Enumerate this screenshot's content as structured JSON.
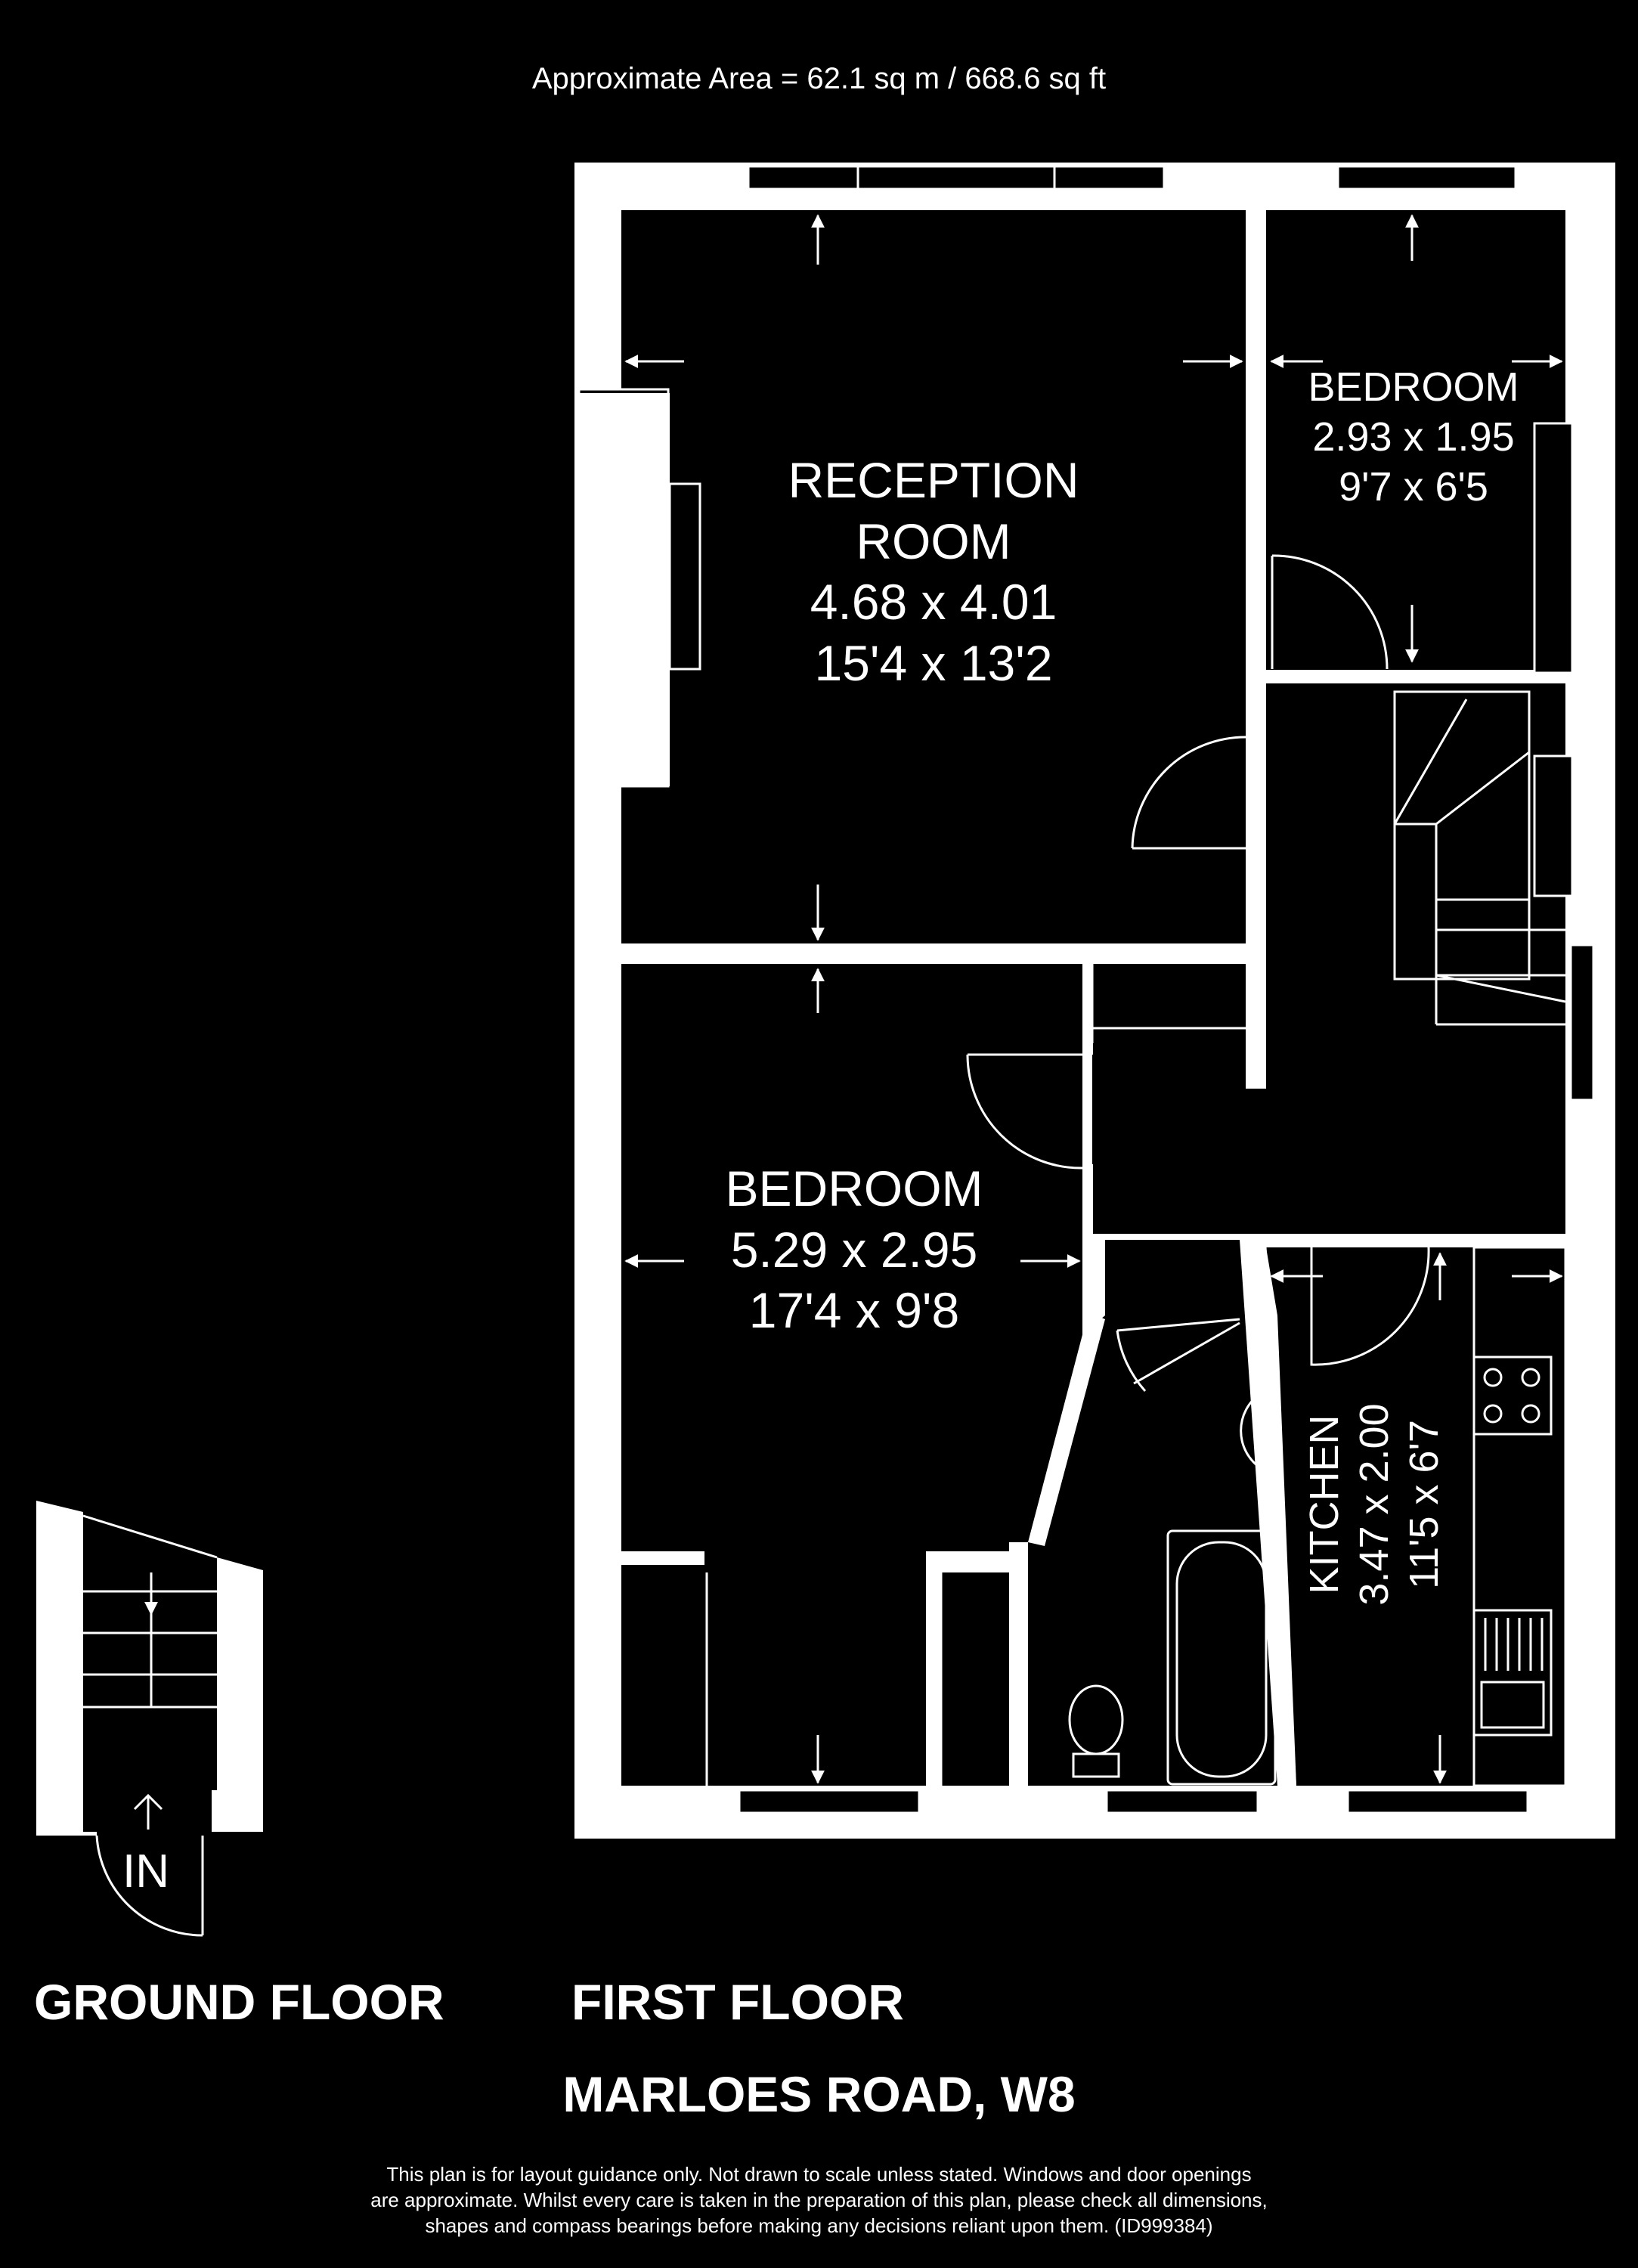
{
  "header": {
    "area": "Approximate Area = 62.1 sq m / 668.6 sq ft"
  },
  "rooms": {
    "reception": {
      "name1": "RECEPTION",
      "name2": "ROOM",
      "metric": "4.68 x 4.01",
      "imperial": "15'4 x 13'2"
    },
    "bedroom_small": {
      "name": "BEDROOM",
      "metric": "2.93 x 1.95",
      "imperial": "9'7 x 6'5"
    },
    "bedroom_large": {
      "name": "BEDROOM",
      "metric": "5.29 x 2.95",
      "imperial": "17'4 x 9'8"
    },
    "kitchen": {
      "name": "KITCHEN",
      "metric": "3.47 x 2.00",
      "imperial": "11'5 x 6'7"
    }
  },
  "entrance": {
    "label": "IN"
  },
  "floors": {
    "ground": "GROUND FLOOR",
    "first": "FIRST FLOOR"
  },
  "address": "MARLOES ROAD, W8",
  "disclaimer": {
    "line1": "This plan is for layout guidance only. Not drawn to scale unless stated. Windows and door openings",
    "line2": "are approximate. Whilst every care is taken in the preparation of this plan, please check all dimensions,",
    "line3": "shapes and compass bearings before making any decisions reliant upon them. (ID999384)"
  }
}
